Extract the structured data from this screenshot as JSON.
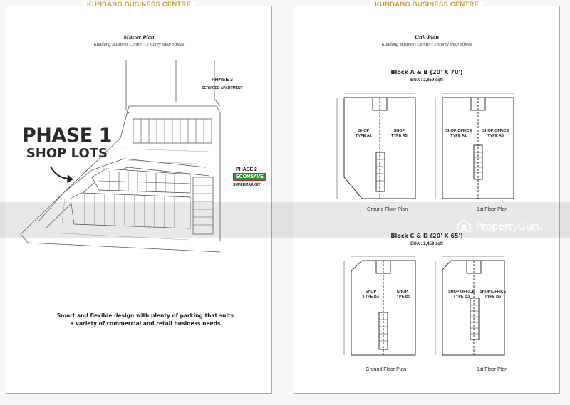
{
  "header": "KUNDANG BUSINESS CENTRE",
  "left_page": {
    "plan_title": "Master Plan",
    "plan_subtitle": "Kundang Business Centre – 2 storey shop offices",
    "phase1_line1": "PHASE 1",
    "phase1_line2": "SHOP LOTS",
    "phase3_label": "PHASE 3",
    "phase3_sub": "SERVICED APARTMENT",
    "phase2_label": "PHASE 2",
    "econsave": "ECONSAVE",
    "phase2_sub": "SUPERMARKET",
    "caption_line1": "Smart and flexible design with plenty of parking that suits",
    "caption_line2": "a variety of commercial and retail business needs"
  },
  "right_page": {
    "plan_title": "Unit Plan",
    "plan_subtitle": "Kundang Business Centre – 2 storey shop offices",
    "block_ab": {
      "title": "Block A & B (20' X 70')",
      "bua": "BUA : 2,659 sqft",
      "ground": {
        "left_unit": "SHOP\nTYPE A1",
        "right_unit": "SHOP\nTYPE A5",
        "label": "Ground Floor Plan"
      },
      "first": {
        "left_unit": "SHOP/OFFICE\nTYPE A1",
        "right_unit": "SHOP/OFFICE\nTYPE A5",
        "label": "1st Floor Plan"
      }
    },
    "block_cd": {
      "title": "Block C & D (20' X 65')",
      "bua": "BUA : 2,459 sqft",
      "ground": {
        "left_unit": "SHOP\nTYPE B3",
        "right_unit": "SHOP\nTYPE B5",
        "label": "Ground Floor Plan"
      },
      "first": {
        "left_unit": "SHOP/OFFICE\nTYPE B3",
        "right_unit": "SHOP/OFFICE\nTYPE B5",
        "label": "1st Floor Plan"
      }
    }
  },
  "watermark": "PropertyGuru",
  "colors": {
    "gold": "#c99a36",
    "econsave_green": "#2a8f3e",
    "ink": "#222222"
  }
}
